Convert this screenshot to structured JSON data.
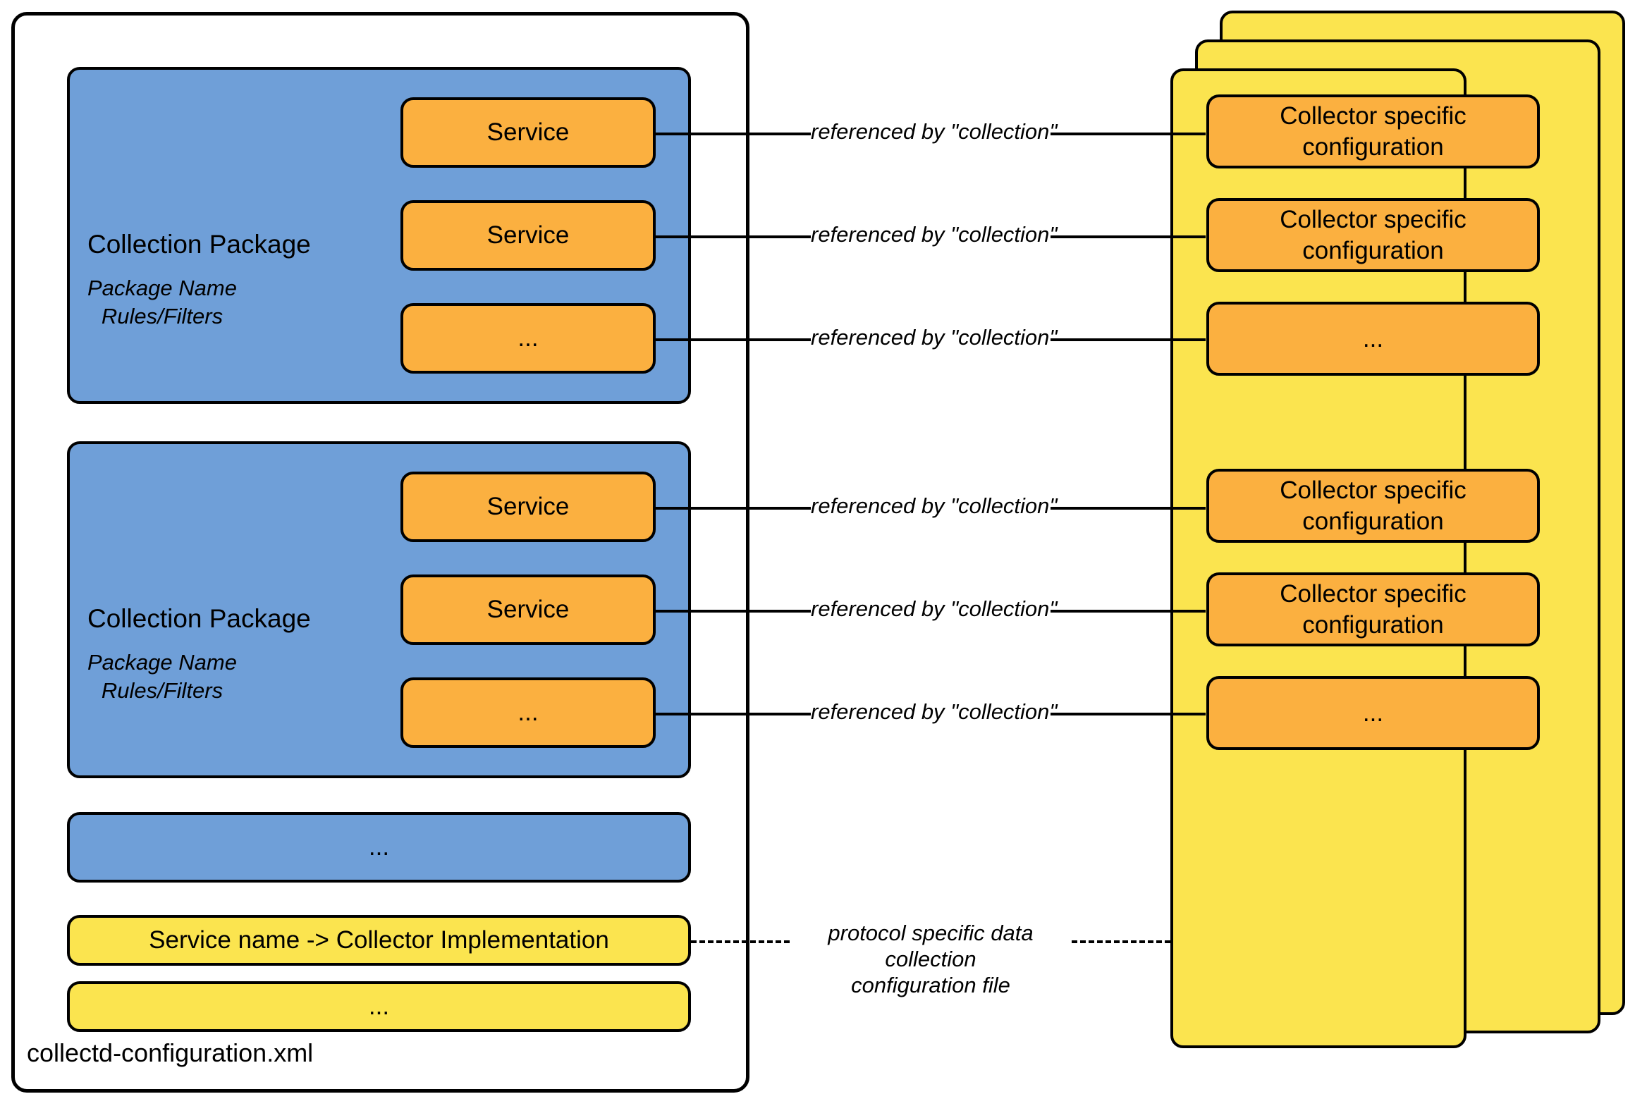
{
  "diagram": {
    "title_caption": "collectd-configuration.xml",
    "colors": {
      "package_blue": "#6f9fd8",
      "service_orange": "#fbb040",
      "config_yellow": "#fbe44f",
      "stroke": "#000000",
      "background": "#ffffff"
    }
  },
  "left_file": {
    "caption": "collectd-configuration.xml",
    "packages": [
      {
        "title": "Collection Package",
        "subtitle": "Package Name\nRules/Filters",
        "services": [
          "Service",
          "Service",
          "..."
        ]
      },
      {
        "title": "Collection Package",
        "subtitle": "Package Name\nRules/Filters",
        "services": [
          "Service",
          "Service",
          "..."
        ]
      }
    ],
    "package_ellipsis": "...",
    "mapping_rows": [
      "Service name -> Collector Implementation",
      "..."
    ]
  },
  "right_stack": {
    "card_count": 3,
    "entries": [
      "Collector specific\nconfiguration",
      "Collector specific\nconfiguration",
      "...",
      "Collector specific\nconfiguration",
      "Collector specific\nconfiguration",
      "..."
    ]
  },
  "connectors": {
    "reference_label": "referenced by \"collection\"",
    "reference_labels": [
      "referenced by \"collection\"",
      "referenced by \"collection\"",
      "referenced by \"collection\"",
      "referenced by \"collection\"",
      "referenced by \"collection\"",
      "referenced by \"collection\""
    ],
    "protocol_label": "protocol specific data collection\nconfiguration file"
  }
}
